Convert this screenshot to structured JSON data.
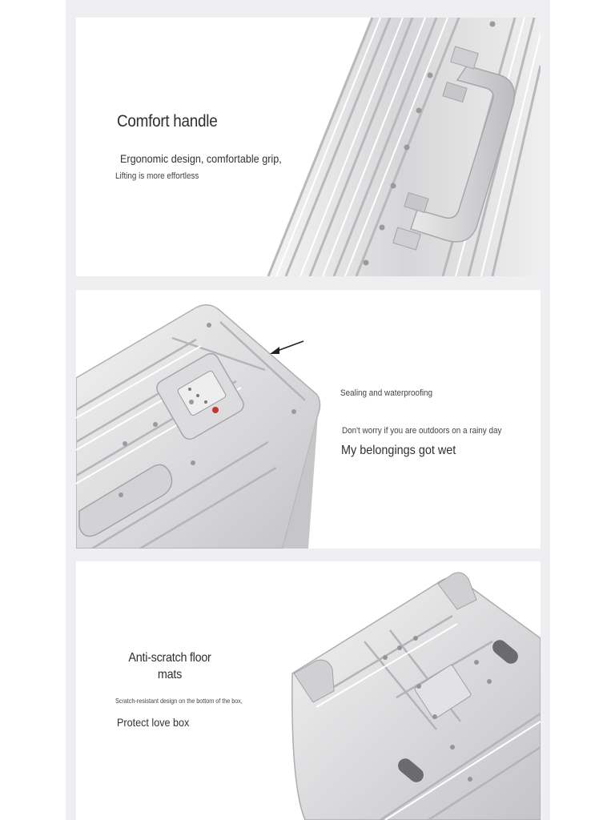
{
  "sections": [
    {
      "title": "Comfort handle",
      "line1": "Ergonomic design, comfortable grip,",
      "line2": "Lifting is more effortless"
    },
    {
      "line1": "Sealing and waterproofing",
      "line2": "Don't worry if you are outdoors on a rainy day",
      "line3": "My belongings got wet"
    },
    {
      "title_line1": "Anti-scratch floor",
      "title_line2": "mats",
      "line1": "Scratch-resistant design on the bottom of the box,",
      "line2": "Protect love box"
    }
  ],
  "colors": {
    "frame": "#efeef1",
    "panel": "#ffffff",
    "aluminum": "#d9d9da",
    "text": "#333333"
  }
}
